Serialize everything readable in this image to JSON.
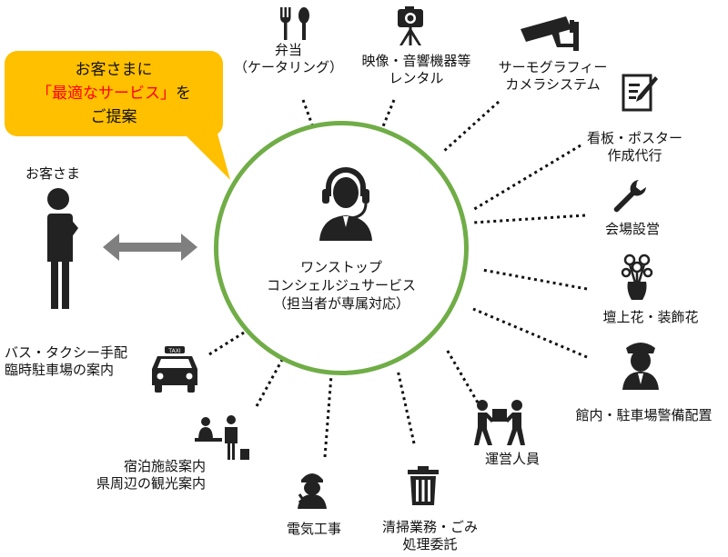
{
  "bubble": {
    "line1": "お客さまに",
    "highlight": "「最適なサービス」",
    "line2_suffix": "を",
    "line3": "ご提案",
    "color": "#ffc000",
    "highlight_color": "#ff0000"
  },
  "customer": {
    "label": "お客さま"
  },
  "center": {
    "line1": "ワンストップ",
    "line2": "コンシェルジュサービス",
    "line3": "（担当者が専属対応）",
    "ring_color": "#70ad47"
  },
  "services": {
    "bento": {
      "line1": "弁当",
      "line2": "（ケータリング）",
      "icon": "fork-spoon-icon"
    },
    "av": {
      "line1": "映像・音響機器等",
      "line2": "レンタル",
      "icon": "camera-tripod-icon"
    },
    "thermo": {
      "line1": "サーモグラフィー",
      "line2": "カメラシステム",
      "icon": "security-camera-icon"
    },
    "signage": {
      "line1": "看板・ポスター",
      "line2": "作成代行",
      "icon": "sign-pen-icon"
    },
    "venue": {
      "line1": "会場設営",
      "icon": "wrench-icon"
    },
    "flowers": {
      "line1": "壇上花・装飾花",
      "icon": "flower-vase-icon"
    },
    "security": {
      "line1": "館内・駐車場警備配置",
      "icon": "security-guard-icon"
    },
    "staff": {
      "line1": "運営人員",
      "icon": "people-carrying-box-icon"
    },
    "cleaning": {
      "line1": "清掃業務・ごみ",
      "line2": "処理委託",
      "icon": "trash-can-icon"
    },
    "electric": {
      "line1": "電気工事",
      "icon": "electrician-icon"
    },
    "lodging": {
      "line1": "宿泊施設案内",
      "line2": "県周辺の観光案内",
      "icon": "reception-desk-icon"
    },
    "transport": {
      "line1": "バス・タクシー手配",
      "line2": "臨時駐車場の案内",
      "icon": "taxi-icon"
    }
  }
}
